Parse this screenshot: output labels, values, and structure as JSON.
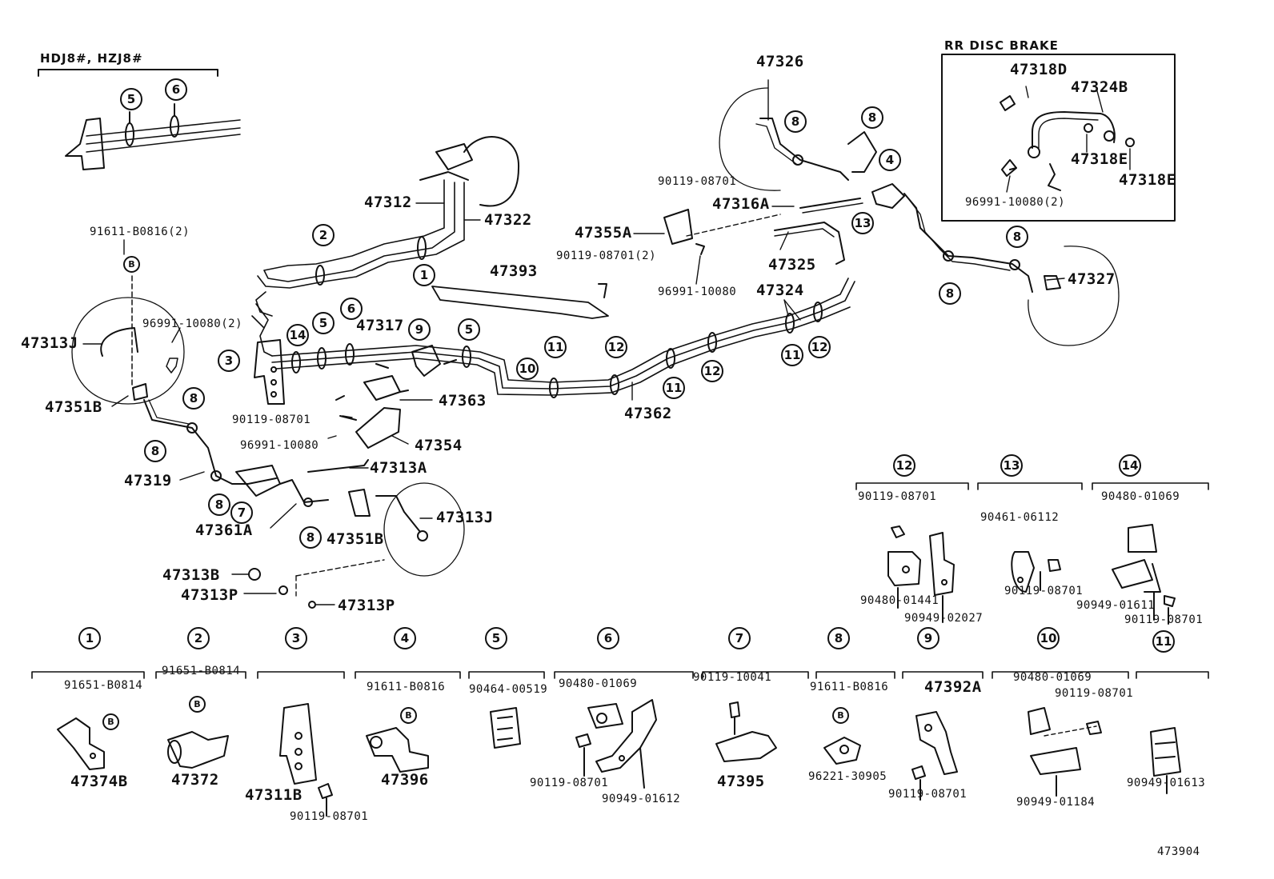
{
  "header_variant": "HDJ8#, HZJ8#",
  "rr_box_title": "RR DISC BRAKE",
  "bolt_symbol": "B",
  "drawing_number": "473904",
  "callouts": [
    "1",
    "2",
    "3",
    "4",
    "5",
    "6",
    "7",
    "8",
    "9",
    "10",
    "11",
    "12",
    "13",
    "14"
  ],
  "parts": {
    "p47326": "47326",
    "p47312": "47312",
    "p47322": "47322",
    "p47316A": "47316A",
    "p47355A": "47355A",
    "p47393": "47393",
    "p47325": "47325",
    "p47324": "47324",
    "p47327": "47327",
    "p47313J": "47313J",
    "p47351B": "47351B",
    "p47317": "47317",
    "p47363": "47363",
    "p47354": "47354",
    "p47362": "47362",
    "p47319": "47319",
    "p47313A": "47313A",
    "p47361A": "47361A",
    "p47313B": "47313B",
    "p47313P": "47313P",
    "p47318D": "47318D",
    "p47324B": "47324B",
    "p47318E": "47318E",
    "p47374B": "47374B",
    "p47372": "47372",
    "p47311B": "47311B",
    "p47396": "47396",
    "p47395": "47395",
    "p47392A": "47392A"
  },
  "part_numbers": {
    "n91611_B0816_2": "91611-B0816(2)",
    "n91611_B0816": "91611-B0816",
    "n96991_10080_2": "96991-10080(2)",
    "n96991_10080": "96991-10080",
    "n90119_08701": "90119-08701",
    "n90119_08701_2": "90119-08701(2)",
    "n90480_01069": "90480-01069",
    "n90480_01441": "90480-01441",
    "n90949_02027": "90949-02027",
    "n90461_06112": "90461-06112",
    "n90949_01611": "90949-01611",
    "n91651_B0814": "91651-B0814",
    "n90464_00519": "90464-00519",
    "n90949_01612": "90949-01612",
    "n90119_10041": "90119-10041",
    "n96221_30905": "96221-30905",
    "n90949_01184": "90949-01184",
    "n90949_01613": "90949-01613"
  }
}
